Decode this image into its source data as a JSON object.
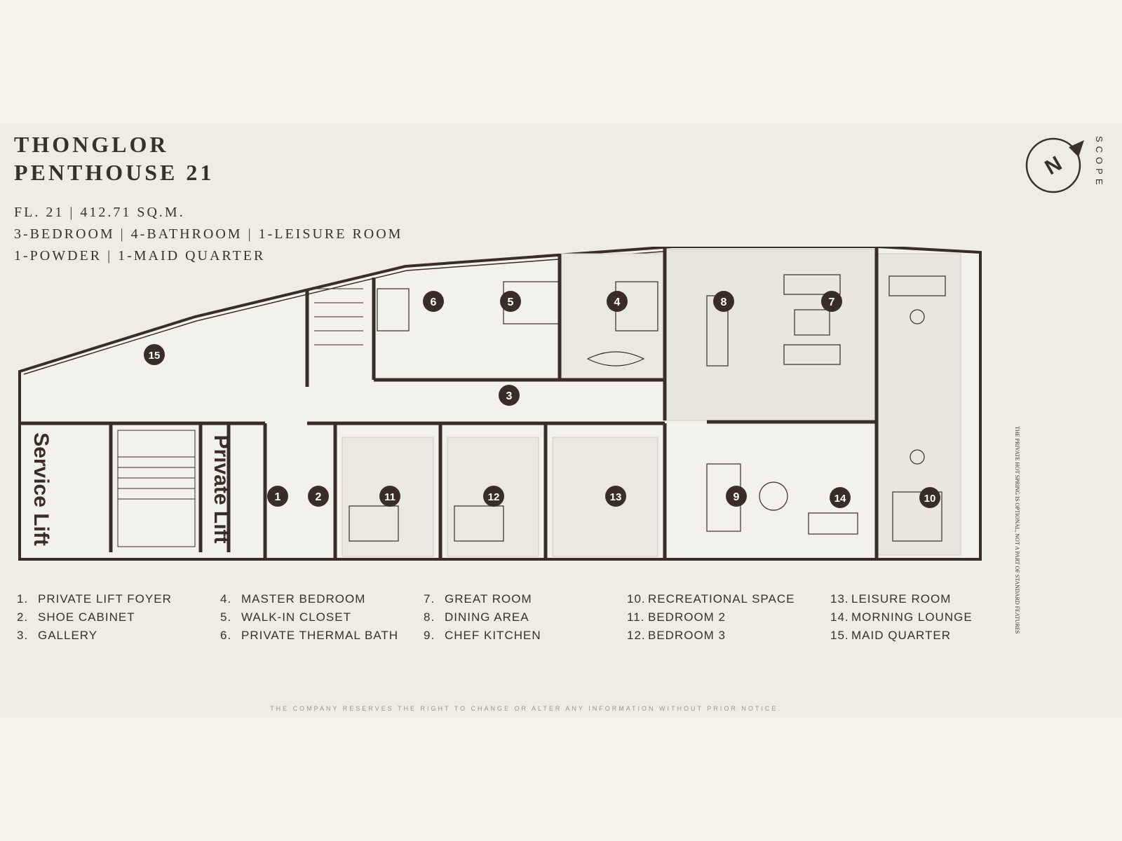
{
  "title": {
    "line1": "THONGLOR",
    "line2": "PENTHOUSE 21"
  },
  "specs": [
    "FL. 21 | 412.71 SQ.M.",
    "3-BEDROOM | 4-BATHROOM | 1-LEISURE ROOM",
    "1-POWDER | 1-MAID QUARTER"
  ],
  "compass": {
    "letter": "N"
  },
  "brand": "SCOPE",
  "plan_labels": {
    "service_lift": "Service Lift",
    "private_lift": "Private Lift",
    "markers": [
      "1",
      "2",
      "3",
      "4",
      "5",
      "6",
      "7",
      "8",
      "9",
      "10",
      "11",
      "12",
      "13",
      "14",
      "15"
    ]
  },
  "plan_note": "THE PRIVATE HOT SPRING IS OPTIONAL, NOT A PART OF STANDARD FEATURES",
  "legend": [
    {
      "num": "1.",
      "label": "PRIVATE LIFT FOYER"
    },
    {
      "num": "2.",
      "label": "SHOE CABINET"
    },
    {
      "num": "3.",
      "label": "GALLERY"
    },
    {
      "num": "4.",
      "label": "MASTER BEDROOM"
    },
    {
      "num": "5.",
      "label": "WALK-IN CLOSET"
    },
    {
      "num": "6.",
      "label": "PRIVATE THERMAL BATH"
    },
    {
      "num": "7.",
      "label": "GREAT ROOM"
    },
    {
      "num": "8.",
      "label": "DINING AREA"
    },
    {
      "num": "9.",
      "label": "CHEF KITCHEN"
    },
    {
      "num": "10.",
      "label": "RECREATIONAL SPACE"
    },
    {
      "num": "11.",
      "label": "BEDROOM 2"
    },
    {
      "num": "12.",
      "label": "BEDROOM 3"
    },
    {
      "num": "13.",
      "label": "LEISURE ROOM"
    },
    {
      "num": "14.",
      "label": "MORNING LOUNGE"
    },
    {
      "num": "15.",
      "label": "MAID QUARTER"
    }
  ],
  "disclaimer": "THE COMPANY RESERVES THE RIGHT TO CHANGE OR ALTER ANY INFORMATION WITHOUT PRIOR NOTICE.",
  "colors": {
    "wall": "#3a2c26",
    "lift_highlight": "#b06a3a",
    "panel": "#efece6",
    "page": "#f7f4ee"
  }
}
